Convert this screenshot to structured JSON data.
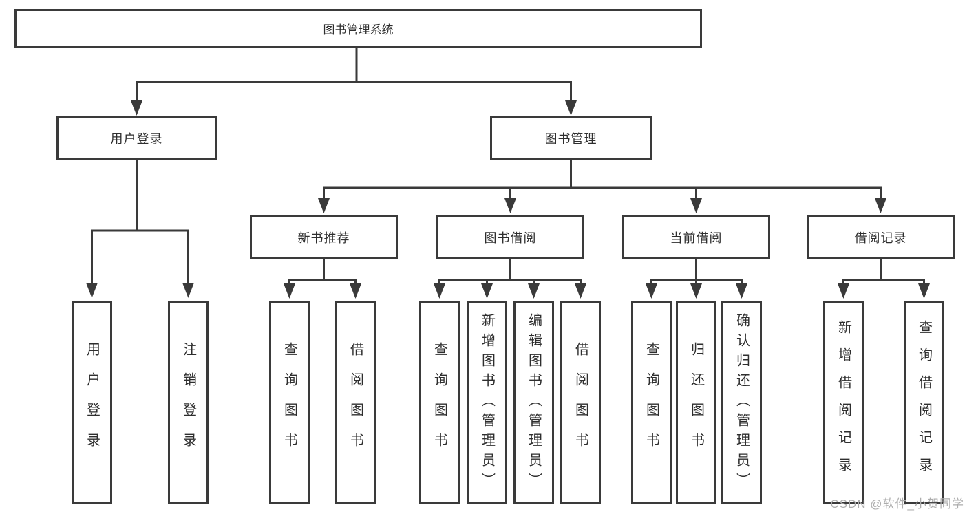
{
  "watermark": "CSDN @软件_小贺同学",
  "colors": {
    "line": "#3a3a3a",
    "text": "#2e2e2e",
    "watermark": "#adadad",
    "background": "#ffffff"
  },
  "tree": {
    "root": {
      "label": "图书管理系统",
      "children": [
        {
          "label": "用户登录",
          "children": [
            {
              "label": "用户登录"
            },
            {
              "label": "注销登录"
            }
          ]
        },
        {
          "label": "图书管理",
          "children": [
            {
              "label": "新书推荐",
              "children": [
                {
                  "label": "查询图书"
                },
                {
                  "label": "借阅图书"
                }
              ]
            },
            {
              "label": "图书借阅",
              "children": [
                {
                  "label": "查询图书"
                },
                {
                  "label": "新增图书（管理员）"
                },
                {
                  "label": "编辑图书（管理员）"
                },
                {
                  "label": "借阅图书"
                }
              ]
            },
            {
              "label": "当前借阅",
              "children": [
                {
                  "label": "查询图书"
                },
                {
                  "label": "归还图书"
                },
                {
                  "label": "确认归还（管理员）"
                }
              ]
            },
            {
              "label": "借阅记录",
              "children": [
                {
                  "label": "新增借阅记录"
                },
                {
                  "label": "查询借阅记录"
                }
              ]
            }
          ]
        }
      ]
    }
  }
}
